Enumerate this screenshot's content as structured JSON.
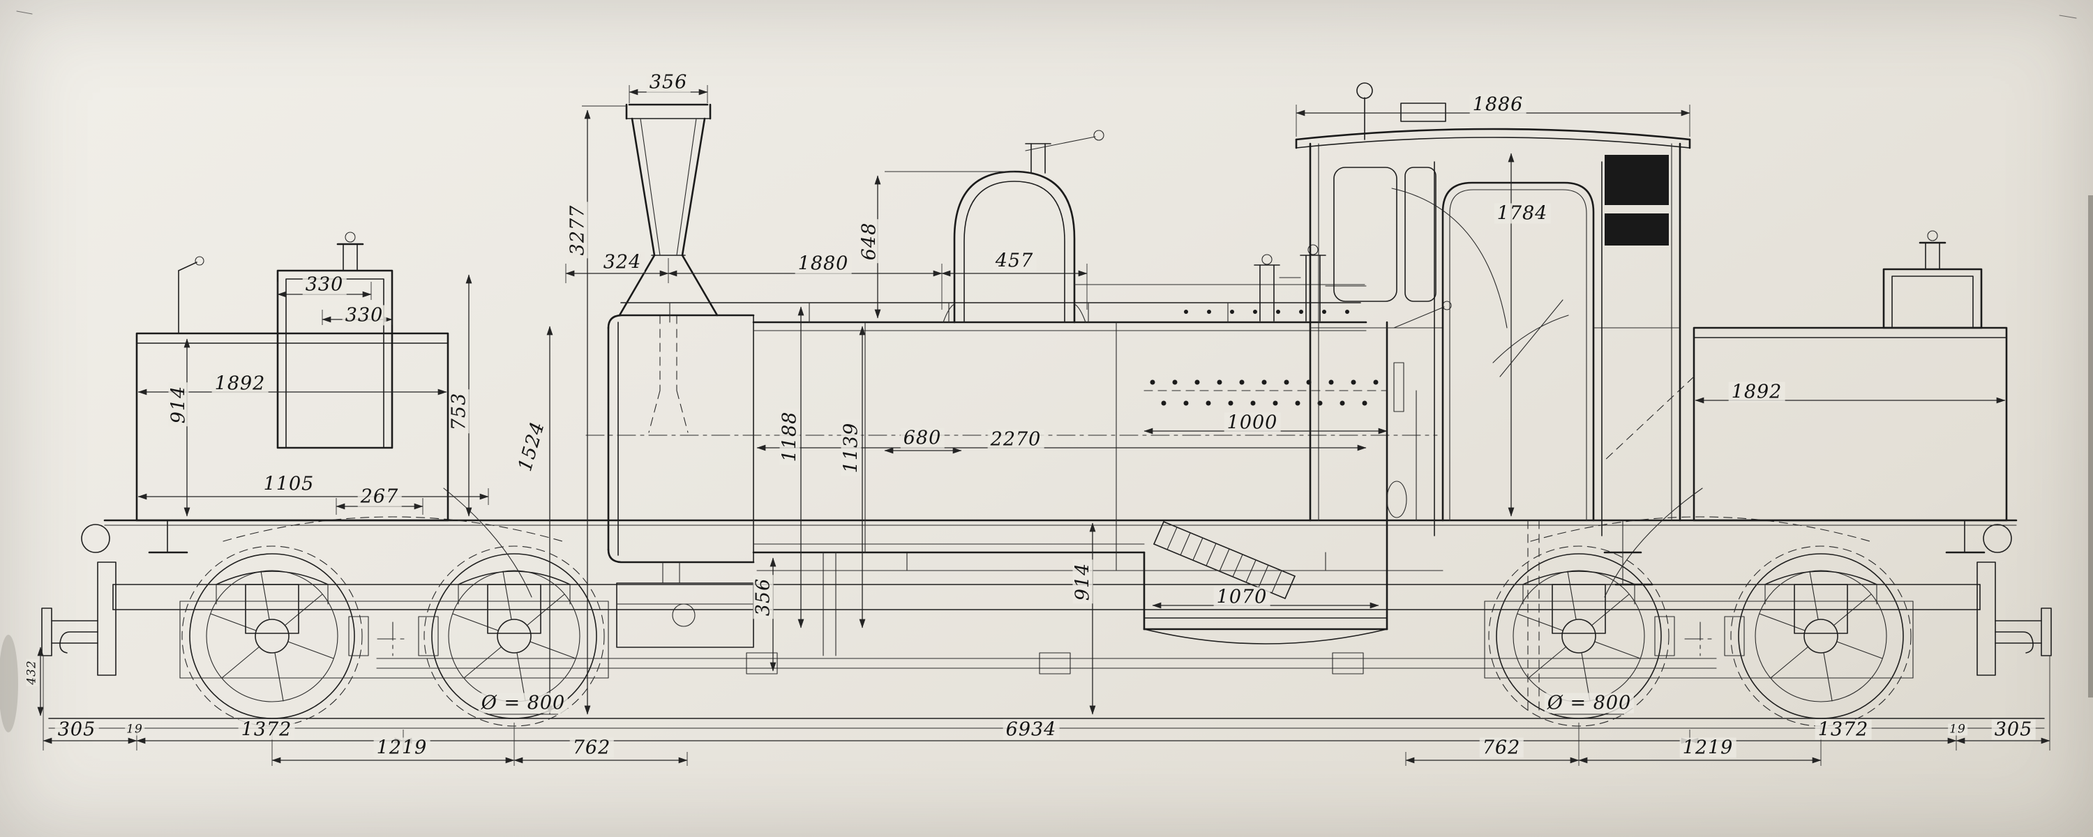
{
  "colors": {
    "ink": "#1b1b1b",
    "paper": "#ece9e2"
  },
  "dims": {
    "stack_top_width": "356",
    "stack_height": "3277",
    "stack_offset": "324",
    "boiler_top_length": "1880",
    "dome_width": "457",
    "dome_height": "648",
    "cab_roof_width": "1886",
    "cab_height": "1784",
    "bunker_width_outer": "330",
    "bunker_width_inner": "330",
    "left_tank_length": "1892",
    "right_tank_length": "1892",
    "left_tank_height": "914",
    "bunker_height": "753",
    "footplate_length": "1105",
    "footplate_overhang": "267",
    "stack_base_height": "1524",
    "smokebox_dia": "680",
    "boiler_front_height": "1188",
    "boiler_mid_height": "1139",
    "boiler_barrel_length": "2270",
    "firebox_length": "1000",
    "firebox_depth": "914",
    "ashpan_length": "1070",
    "front_clearance": "356",
    "total_wheelbase": "6934",
    "left_overhang_axle": "1372",
    "left_axle_spacing": "1219",
    "left_bogie_wheelbase": "762",
    "right_bogie_wheelbase": "762",
    "right_axle_spacing": "1219",
    "right_overhang_axle": "1372",
    "wheel_dia_left": "Ø = 800",
    "wheel_dia_right": "Ø = 800",
    "buffer_left": "305",
    "buffer_right": "305",
    "rail_height": "432",
    "tick_left": "19",
    "tick_right": "19"
  }
}
